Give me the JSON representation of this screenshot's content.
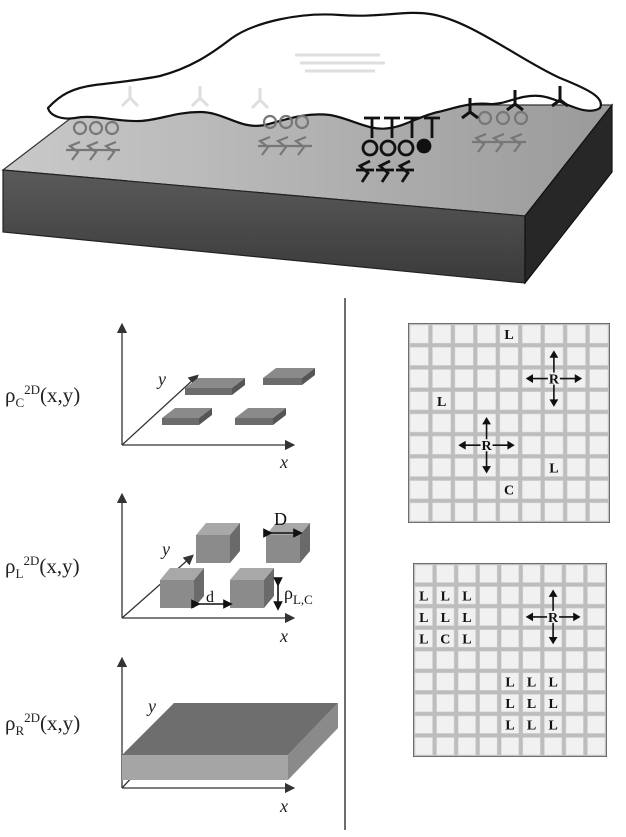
{
  "equations": {
    "c": {
      "rho": "ρ",
      "sub": "C",
      "sup": "2D",
      "args": "(x,y)"
    },
    "l": {
      "rho": "ρ",
      "sub": "L",
      "sup": "2D",
      "args": "(x,y)"
    },
    "r": {
      "rho": "ρ",
      "sub": "R",
      "sup": "2D",
      "args": "(x,y)"
    }
  },
  "axes": {
    "x": "x",
    "y": "y"
  },
  "dimensions": {
    "big_d": "D",
    "small_d": "d",
    "rho": "ρ",
    "rho_sub": "L,C"
  },
  "grid_top": {
    "size": 9,
    "labels": [
      {
        "text": "L",
        "col": 4,
        "row": 0
      },
      {
        "text": "L",
        "col": 1,
        "row": 3
      },
      {
        "text": "R",
        "col": 6,
        "row": 2,
        "arrows": true
      },
      {
        "text": "R",
        "col": 3,
        "row": 5,
        "arrows": true
      },
      {
        "text": "L",
        "col": 6,
        "row": 6
      },
      {
        "text": "C",
        "col": 4,
        "row": 7
      }
    ]
  },
  "grid_bottom": {
    "size": 9,
    "labels": [
      {
        "text": "L",
        "col": 0,
        "row": 1
      },
      {
        "text": "L",
        "col": 1,
        "row": 1
      },
      {
        "text": "L",
        "col": 2,
        "row": 1
      },
      {
        "text": "L",
        "col": 0,
        "row": 2
      },
      {
        "text": "L",
        "col": 1,
        "row": 2
      },
      {
        "text": "L",
        "col": 2,
        "row": 2
      },
      {
        "text": "L",
        "col": 0,
        "row": 3
      },
      {
        "text": "C",
        "col": 1,
        "row": 3
      },
      {
        "text": "L",
        "col": 2,
        "row": 3
      },
      {
        "text": "R",
        "col": 6,
        "row": 2,
        "arrows": true
      },
      {
        "text": "L",
        "col": 4,
        "row": 5
      },
      {
        "text": "L",
        "col": 5,
        "row": 5
      },
      {
        "text": "L",
        "col": 6,
        "row": 5
      },
      {
        "text": "L",
        "col": 4,
        "row": 6
      },
      {
        "text": "L",
        "col": 5,
        "row": 6
      },
      {
        "text": "L",
        "col": 6,
        "row": 6
      },
      {
        "text": "L",
        "col": 4,
        "row": 7
      },
      {
        "text": "L",
        "col": 5,
        "row": 7
      },
      {
        "text": "L",
        "col": 6,
        "row": 7
      }
    ]
  }
}
